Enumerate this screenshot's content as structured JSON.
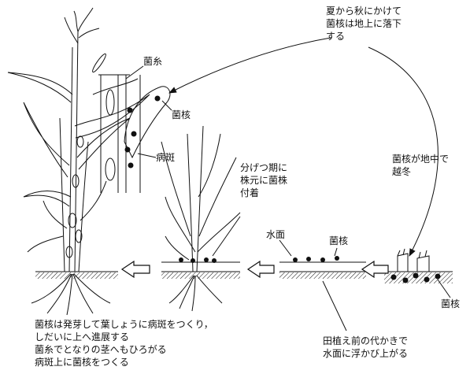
{
  "labels": {
    "autumn_fall": "夏から秋にかけて\n菌核は地上に落下\nする",
    "hyphae": "菌糸",
    "sclerotium_top": "菌核",
    "lesion": "病斑",
    "tillering": "分げつ期に\n株元に菌株\n付着",
    "overwinter": "菌核が地中で\n越冬",
    "water_surface": "水面",
    "sclerotium_water": "菌核",
    "sclerotium_soil": "菌核",
    "spread_text": "菌核は発芽して葉しょうに病斑をつくり，\nしだいに上へ進展する\n菌糸でとなりの茎へもひろがる\n病斑上に菌核をつくる",
    "float_text": "田植え前の代かきで\n水面に浮かび上がる"
  },
  "colors": {
    "ink": "#111111",
    "paper": "#ffffff"
  }
}
